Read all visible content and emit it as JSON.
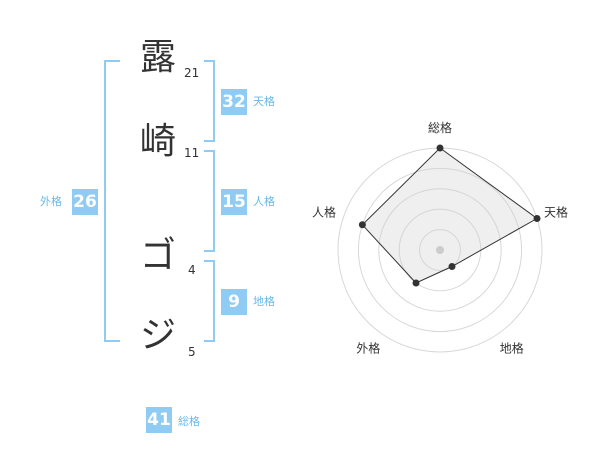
{
  "name": {
    "chars": [
      {
        "char": "露",
        "strokes": "21"
      },
      {
        "char": "崎",
        "strokes": "11"
      },
      {
        "char": "ゴ",
        "strokes": "4"
      },
      {
        "char": "ジ",
        "strokes": "5"
      }
    ]
  },
  "fortune": {
    "tenkaku": {
      "value": "32",
      "label": "天格"
    },
    "jinkaku": {
      "value": "15",
      "label": "人格"
    },
    "chikaku": {
      "value": "9",
      "label": "地格"
    },
    "gaikaku": {
      "value": "26",
      "label": "外格"
    },
    "soukaku": {
      "value": "41",
      "label": "総格"
    }
  },
  "colors": {
    "accent": "#8fcbf2",
    "label": "#69b8ea",
    "text": "#333333"
  },
  "chart_data": {
    "type": "radar",
    "axes": [
      "総格",
      "天格",
      "地格",
      "外格",
      "人格"
    ],
    "values": [
      5,
      5,
      1,
      2,
      4
    ],
    "rmax": 5,
    "rings": 5
  }
}
